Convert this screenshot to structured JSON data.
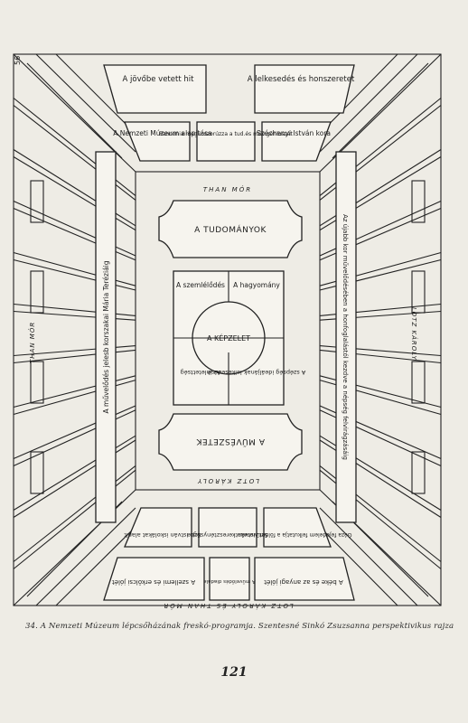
{
  "diagram": {
    "top_panels": {
      "left": "A jövőbe vetett hit",
      "right": "A lelkesedés és honszeretet"
    },
    "second_row": {
      "left": "A Nemzeti Múzeum alapítása",
      "center": "Pannonia megkoszorúzza a tud.és műv.géniuszát",
      "right": "Széchenyi István kora"
    },
    "names": {
      "than_top": "THAN MÓR",
      "than_left": "THAN MÓR",
      "lotz_right": "LOTZ KÁROLY",
      "lotz_bottom_inner": "LOTZ KÁROLY",
      "lotz_than_bottom": "LOTZ KÁROLY ÉS THAN MÓR"
    },
    "left_wall_frieze": "A művelődés jelesb korszakai Mária Teréziáig",
    "right_wall_frieze": "Az újabb kor művelődésében a honfoglalástól kezdve a népség felvirágzásáig",
    "ceiling": {
      "tudomanyok": "A TUDOMÁNYOK",
      "szemlelodes": "A szemlélődés",
      "hagyomany": "A hagyomány",
      "kepzelet": "A KÉPZELET",
      "szepseg": "A szépség ideáljának lelkesedése",
      "ihlet": "Az ihletettség",
      "muveszetek": "A MŰVÉSZETEK"
    },
    "bottom_second_row": {
      "left": "Szt. István iskolákat alapít",
      "center": "Szt. István kereszténységre",
      "right": "Géza fejedelem felkutatja a földműveseket"
    },
    "bottom_panels": {
      "left": "A szellemi és erkölcsi jólét",
      "center": "A művelődés diadala",
      "right": "A béke és az anyagi jólét"
    },
    "corner_number": "56"
  },
  "caption": "34. A Nemzeti Múzeum lépcsőházának freskó-programja. Szentesné Sinkó Zsuzsanna perspektivikus rajza",
  "page_number": "121"
}
